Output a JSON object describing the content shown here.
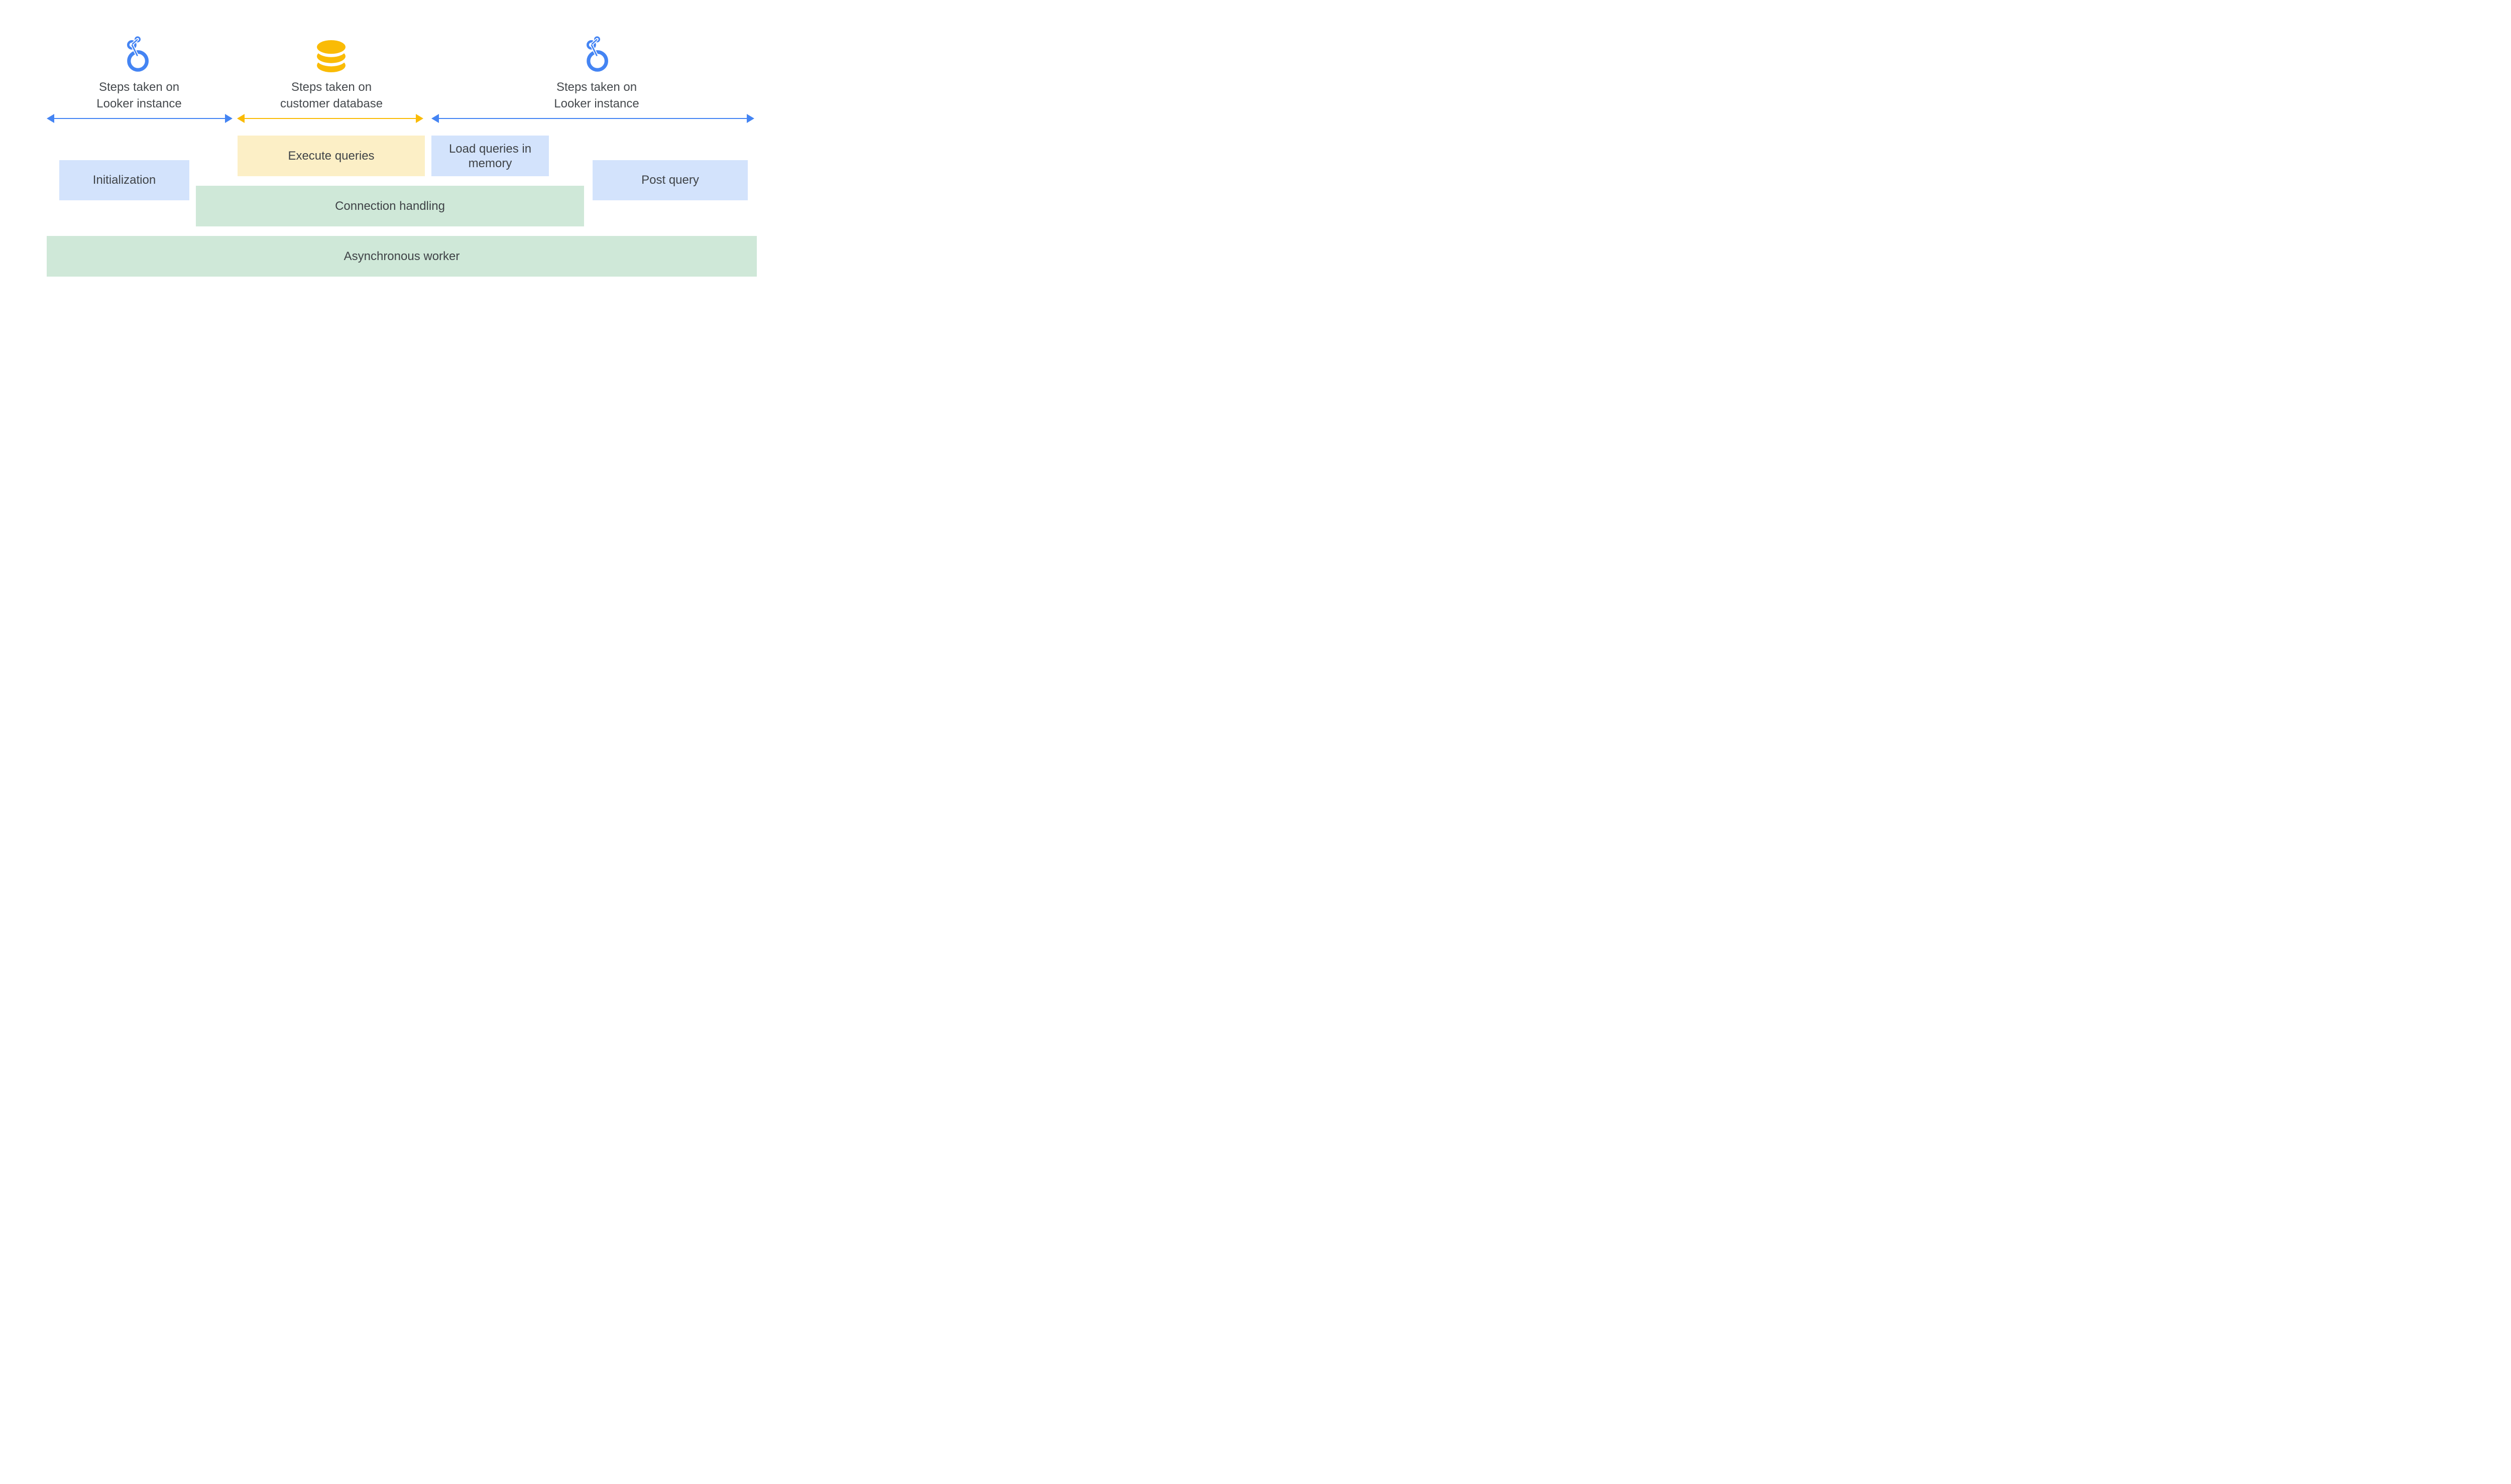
{
  "figure": {
    "title": "Looker query execution steps diagram",
    "background": "#ffffff",
    "colors": {
      "looker_blue": "#4484F3",
      "database_yellow": "#FABB05",
      "box_blue": "#D3E3FC",
      "box_yellow": "#FCEFC6",
      "box_green": "#CFE8D8",
      "text_dark": "#3F4347",
      "heading_gray": "#45494D"
    }
  },
  "sections": [
    {
      "name": "looker-instance-left",
      "icon": "looker-logo-icon",
      "label": [
        "Steps taken on",
        "Looker instance"
      ],
      "arrow_color": "blue",
      "arrow_style": "double-headed"
    },
    {
      "name": "customer-database",
      "icon": "database-icon",
      "label": [
        "Steps taken on",
        "customer database"
      ],
      "arrow_color": "yellow",
      "arrow_style": "double-headed"
    },
    {
      "name": "looker-instance-right",
      "icon": "looker-logo-icon",
      "label": [
        "Steps taken on",
        "Looker instance"
      ],
      "arrow_color": "blue",
      "arrow_style": "double-headed"
    }
  ],
  "boxes": {
    "initialization": {
      "label": "Initialization",
      "color": "blue",
      "row": "middle"
    },
    "execute_queries": {
      "label": "Execute queries",
      "color": "yellow",
      "row": "top"
    },
    "load_queries_in_memory": {
      "label": "Load queries in memory",
      "color": "blue",
      "row": "top"
    },
    "post_query": {
      "label": "Post query",
      "color": "blue",
      "row": "middle"
    },
    "connection_handling": {
      "label": "Connection handling",
      "color": "green",
      "row": "lower"
    },
    "asynchronous_worker": {
      "label": "Asynchronous worker",
      "color": "green",
      "row": "bottom"
    }
  }
}
